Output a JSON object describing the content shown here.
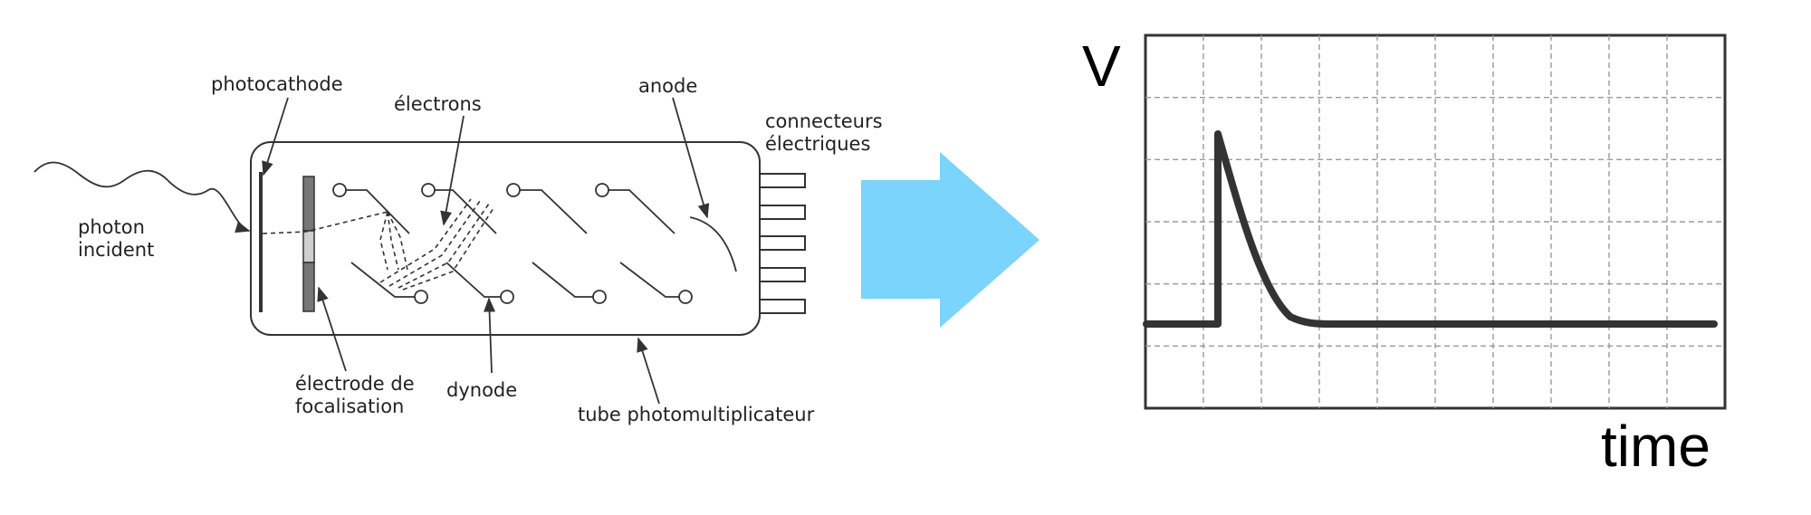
{
  "pmt": {
    "labels": {
      "photocathode": "photocathode",
      "electrons": "électrons",
      "anode": "anode",
      "connectors_line1": "connecteurs",
      "connectors_line2": "électriques",
      "photon_line1": "photon",
      "photon_line2": "incident",
      "focus_line1": "électrode de",
      "focus_line2": "focalisation",
      "dynode": "dynode",
      "tube": "tube photomultiplicateur"
    },
    "colors": {
      "stroke": "#333333",
      "electrode": "#777777"
    }
  },
  "arrow": {
    "color": "#7ad4fb"
  },
  "scope": {
    "y_label": "V",
    "x_label": "time",
    "pulse_color": "#333333",
    "grid_color": "#9a9a9a"
  }
}
